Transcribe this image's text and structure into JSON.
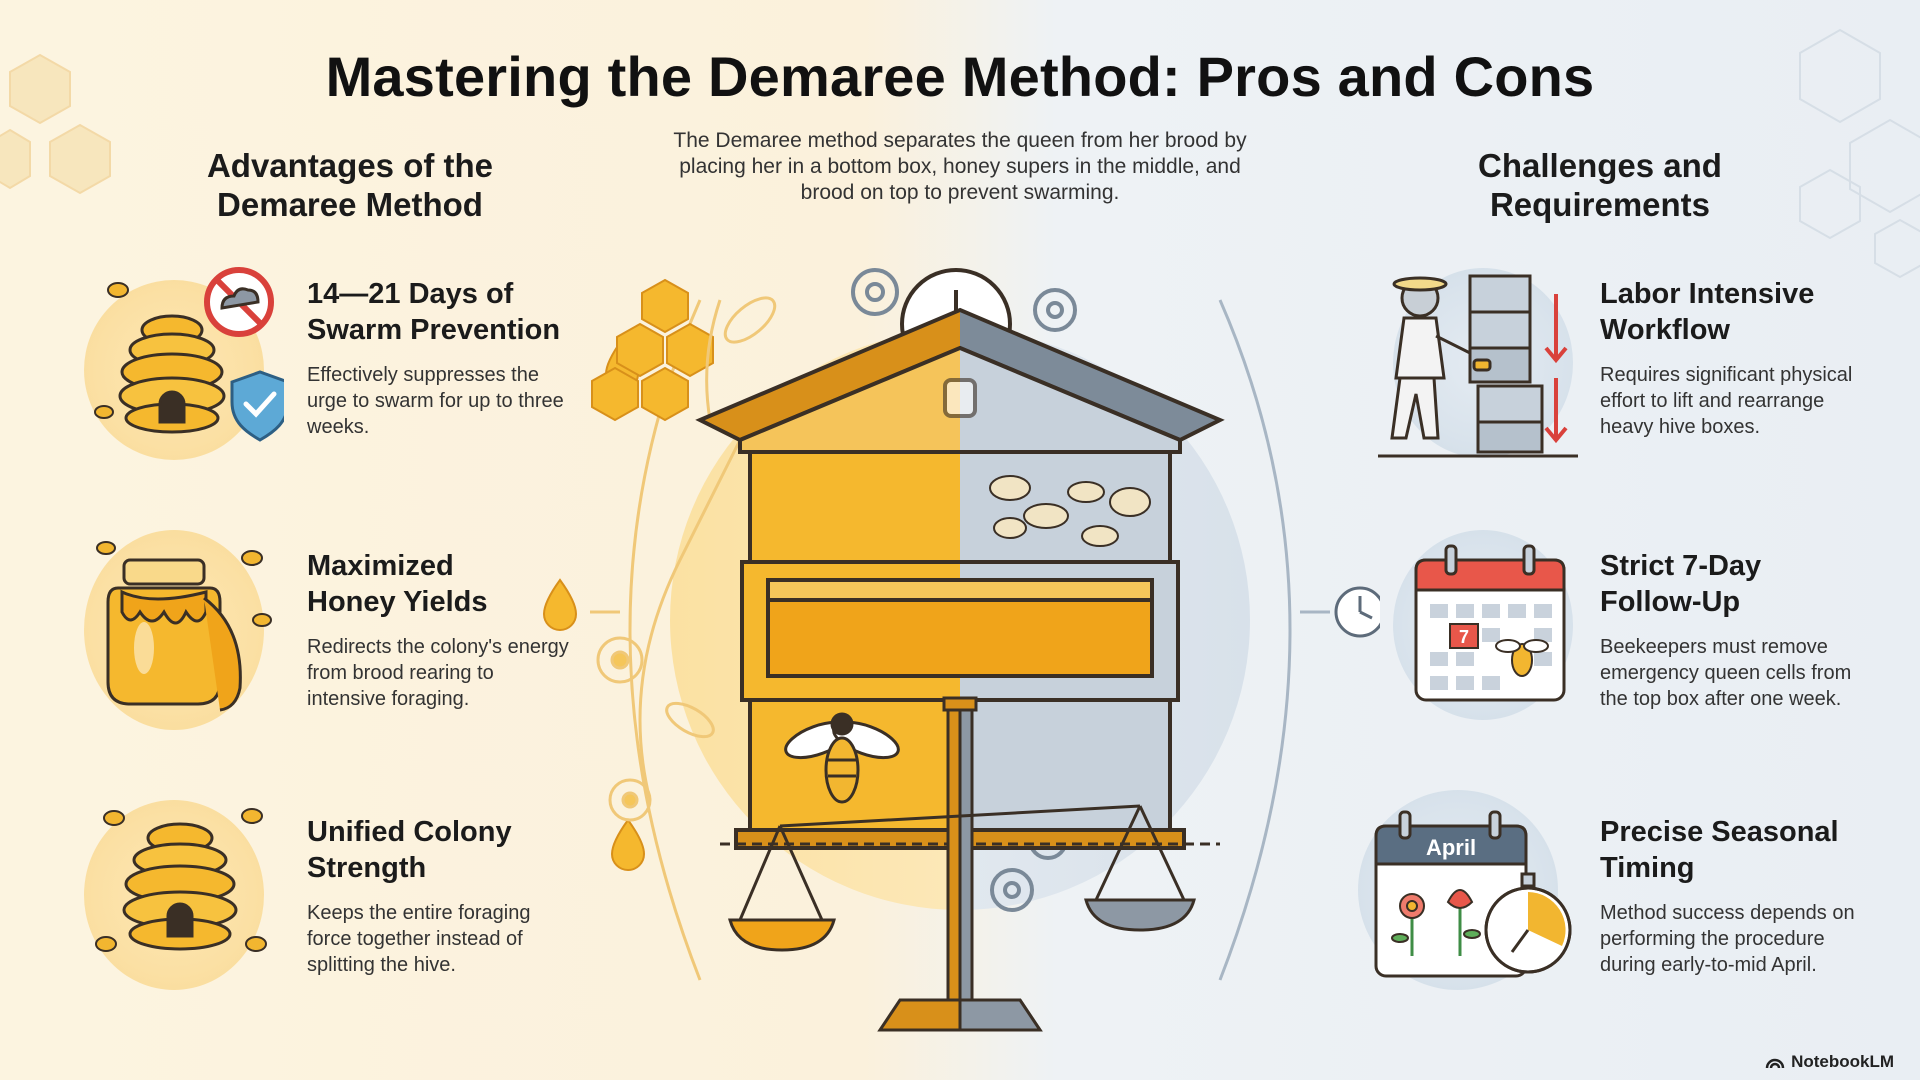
{
  "title": "Mastering the Demaree Method: Pros and Cons",
  "subtitle": "The Demaree method separates the queen from her brood by placing her in a bottom box, honey supers in the middle, and brood on top to prevent swarming.",
  "advantages": {
    "heading_line1": "Advantages of the",
    "heading_line2": "Demaree Method",
    "items": [
      {
        "title_line1": "14—21 Days of",
        "title_line2": "Swarm Prevention",
        "desc": "Effectively suppresses the urge to swarm for up to three weeks.",
        "icon": "beehive-shield-icon"
      },
      {
        "title_line1": "Maximized",
        "title_line2": "Honey Yields",
        "desc": "Redirects the colony's energy from brood rearing to intensive foraging.",
        "icon": "honey-jar-icon"
      },
      {
        "title_line1": "Unified Colony",
        "title_line2": "Strength",
        "desc": "Keeps the entire foraging force together instead of splitting the hive.",
        "icon": "beehive-icon"
      }
    ]
  },
  "challenges": {
    "heading_line1": "Challenges and",
    "heading_line2": "Requirements",
    "items": [
      {
        "title_line1": "Labor Intensive",
        "title_line2": "Workflow",
        "desc": "Requires significant physical effort to lift and rearrange heavy hive boxes.",
        "icon": "beekeeper-lifting-icon"
      },
      {
        "title_line1": "Strict 7-Day",
        "title_line2": "Follow-Up",
        "desc": "Beekeepers must remove emergency queen cells from the top box after one week.",
        "icon": "calendar-icon",
        "calendar_day": "7"
      },
      {
        "title_line1": "Precise Seasonal",
        "title_line2": "Timing",
        "desc": "Method success depends on performing the procedure during early-to-mid April.",
        "icon": "april-calendar-icon",
        "calendar_month": "April"
      }
    ]
  },
  "brand": "NotebookLM",
  "colors": {
    "honey": "#f5b82e",
    "honey_dark": "#d8901a",
    "steel": "#9aaabb",
    "steel_dark": "#5d6b7a",
    "outline": "#3a2f25"
  }
}
